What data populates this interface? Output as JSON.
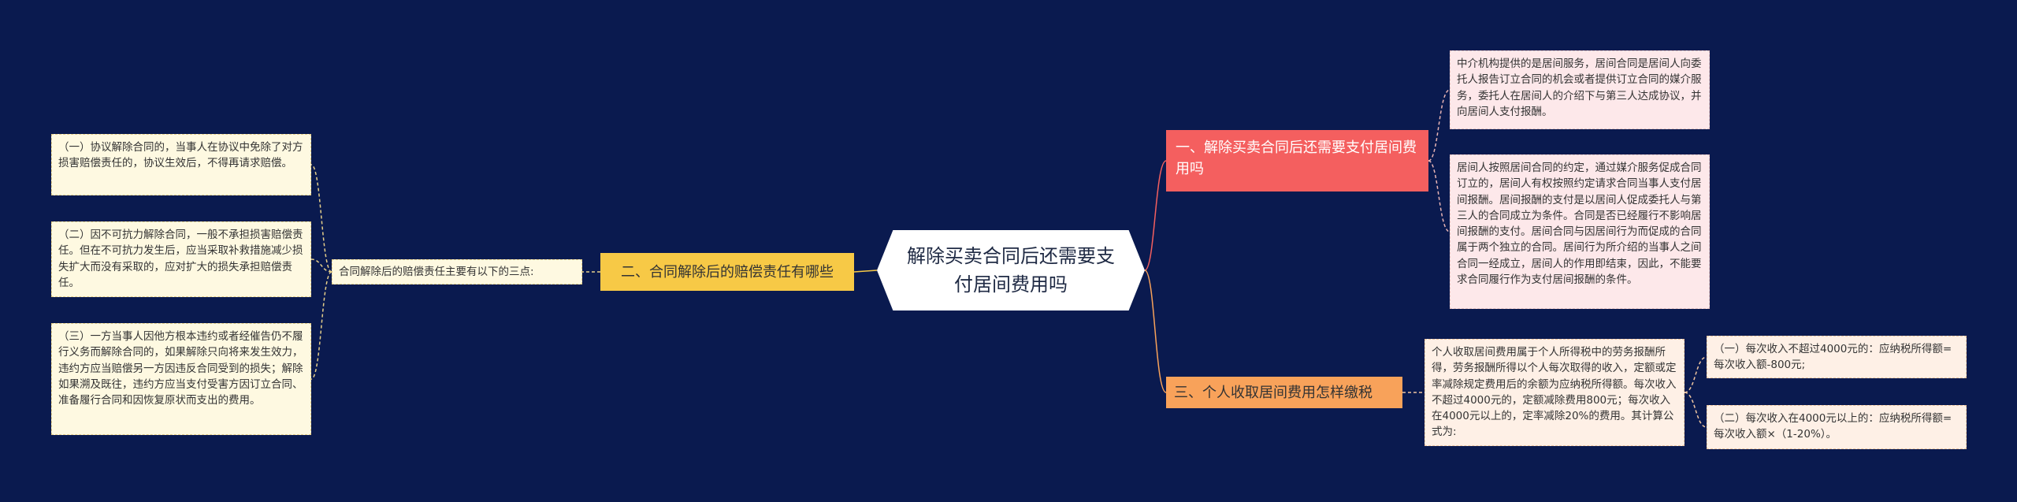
{
  "root": {
    "title": "解除买卖合同后还需要支付居间费用吗"
  },
  "branches": {
    "b1": {
      "label": "一、解除买卖合同后还需要支付居间费用吗"
    },
    "b2": {
      "label": "二、合同解除后的赔偿责任有哪些"
    },
    "b3": {
      "label": "三、个人收取居间费用怎样缴税"
    }
  },
  "b1_children": [
    "中介机构提供的是居间服务，居间合同是居间人向委托人报告订立合同的机会或者提供订立合同的媒介服务，委托人在居间人的介绍下与第三人达成协议，并向居间人支付报酬。",
    "居间人按照居间合同的约定，通过媒介服务促成合同订立的，居间人有权按照约定请求合同当事人支付居间报酬。居间报酬的支付是以居间人促成委托人与第三人的合同成立为条件。合同是否已经履行不影响居间报酬的支付。居间合同与因居间行为而促成的合同属于两个独立的合同。居间行为所介绍的当事人之间合同一经成立，居间人的作用即结束，因此，不能要求合同履行作为支付居间报酬的条件。"
  ],
  "b2_child": "合同解除后的赔偿责任主要有以下的三点:",
  "b2_leaves": [
    "（一）协议解除合同的，当事人在协议中免除了对方损害赔偿责任的，协议生效后，不得再请求赔偿。",
    "（二）因不可抗力解除合同，一般不承担损害赔偿责任。但在不可抗力发生后，应当采取补救措施减少损失扩大而没有采取的，应对扩大的损失承担赔偿责任。",
    "（三）一方当事人因他方根本违约或者经催告仍不履行义务而解除合同的，如果解除只向将来发生效力，违约方应当赔偿另一方因违反合同受到的损失；解除如果溯及既往，违约方应当支付受害方因订立合同、准备履行合同和因恢复原状而支出的费用。"
  ],
  "b3_child": "个人收取居间费用属于个人所得税中的劳务报酬所得，劳务报酬所得以个人每次取得的收入，定额或定率减除规定费用后的余额为应纳税所得额。每次收入不超过4000元的，定额减除费用800元；每次收入在4000元以上的，定率减除20%的费用。其计算公式为:",
  "b3_leaves": [
    "（一）每次收入不超过4000元的：应纳税所得额=每次收入额-800元;",
    "（二）每次收入在4000元以上的：应纳税所得额=每次收入额×（1-20%）。"
  ],
  "colors": {
    "background": "#0a1a4f",
    "branch1": "#f45f5f",
    "branch2": "#f7c946",
    "branch3": "#f8a25a",
    "leaf_pink": "#fde8ea",
    "leaf_cream": "#fef9e1",
    "leaf_peach": "#fef0e6"
  }
}
